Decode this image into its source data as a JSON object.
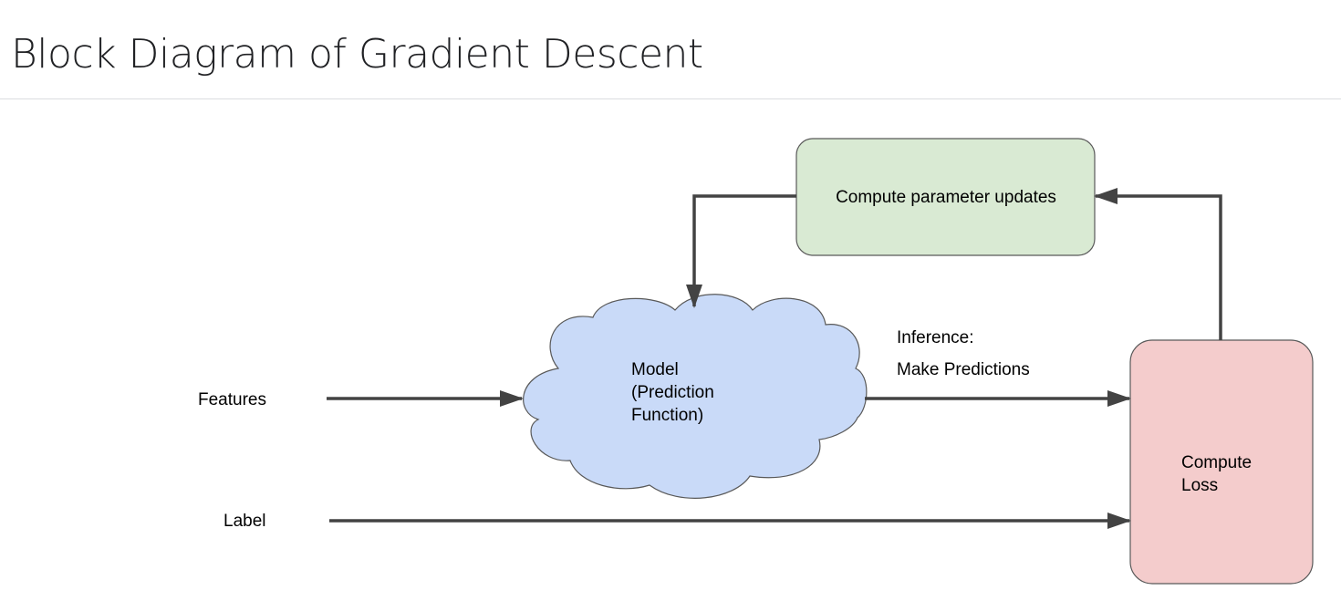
{
  "page": {
    "title": "Block Diagram of Gradient Descent"
  },
  "diagram": {
    "nodes": {
      "parameter_updates": {
        "label": "Compute parameter updates",
        "fill": "#d9ead3",
        "stroke": "#595959"
      },
      "model": {
        "lines": [
          "Model",
          "(Prediction",
          "Function)"
        ],
        "fill": "#c9daf8",
        "stroke": "#595959"
      },
      "loss": {
        "lines": [
          "Compute",
          "Loss"
        ],
        "fill": "#f4cccc",
        "stroke": "#595959"
      }
    },
    "inputs": {
      "features": "Features",
      "label": "Label"
    },
    "edge_labels": {
      "inference_line1": "Inference:",
      "inference_line2": "Make Predictions"
    },
    "arrow_color": "#434343"
  }
}
